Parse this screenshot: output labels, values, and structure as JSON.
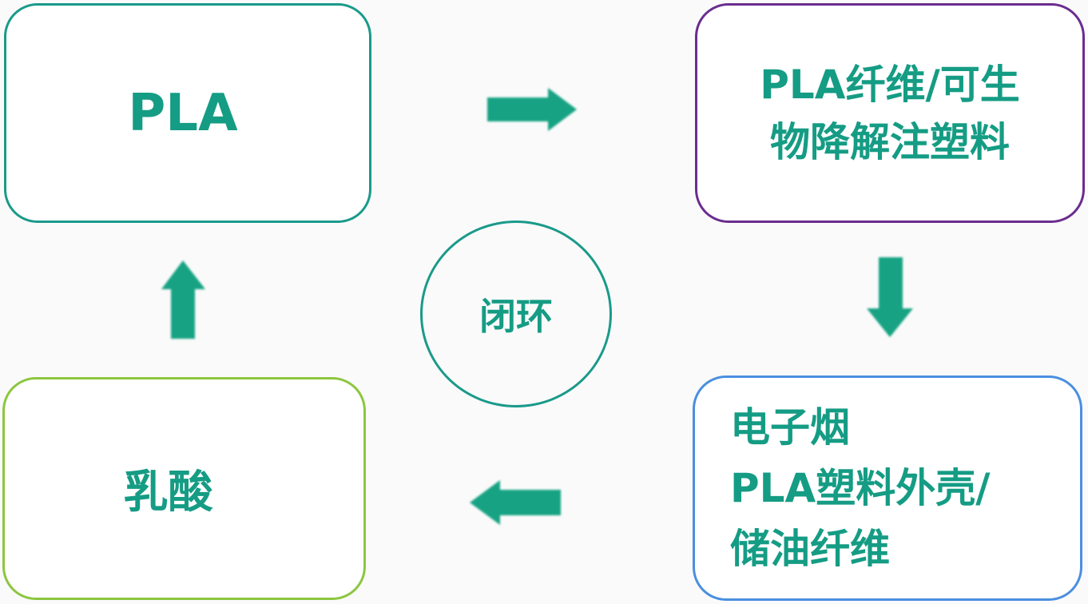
{
  "nodes": {
    "pla": {
      "label": "PLA"
    },
    "fiber": {
      "lines": [
        "PLA纤维/可生",
        "物降解注塑料"
      ]
    },
    "ecig": {
      "lines": [
        "电子烟",
        "PLA塑料外壳/",
        "储油纤维"
      ]
    },
    "lactic": {
      "label": "乳酸"
    }
  },
  "center": {
    "label": "闭环"
  },
  "edges": [
    {
      "from": "PLA",
      "to": "PLA纤维/可生物降解注塑料",
      "direction": "right"
    },
    {
      "from": "PLA纤维/可生物降解注塑料",
      "to": "电子烟 PLA塑料外壳/储油纤维",
      "direction": "down"
    },
    {
      "from": "电子烟 PLA塑料外壳/储油纤维",
      "to": "乳酸",
      "direction": "left"
    },
    {
      "from": "乳酸",
      "to": "PLA",
      "direction": "up"
    }
  ],
  "colors": {
    "text": "#159c84",
    "arrow": "#17a383",
    "pla_border": "#1a9a8a",
    "fiber_border": "#6b2d8e",
    "ecig_border": "#4a8fe0",
    "lactic_border": "#8cc63f",
    "circle_border": "#1a9a8a"
  }
}
